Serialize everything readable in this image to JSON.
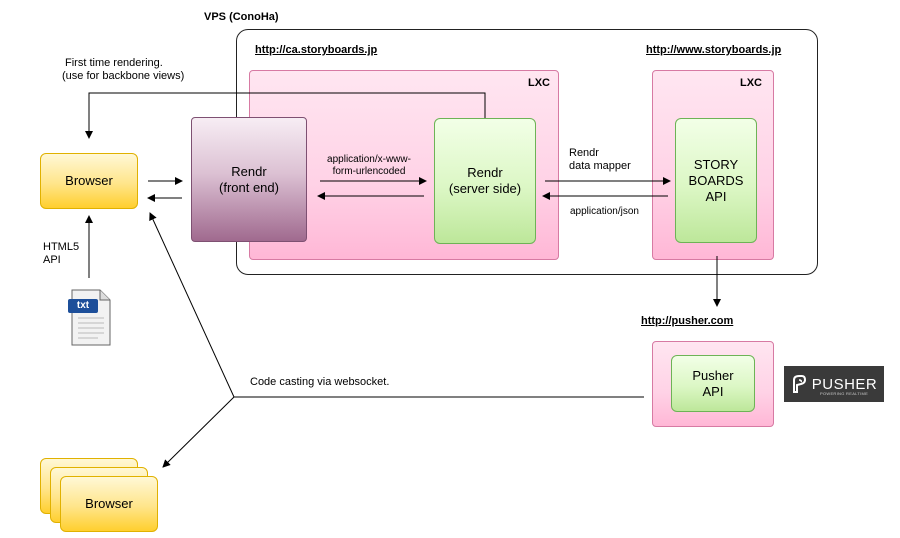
{
  "vps": {
    "title": "VPS (ConoHa)"
  },
  "ca_host": {
    "url": "http://ca.storyboards.jp",
    "lxc": "LXC"
  },
  "www_host": {
    "url": "http://www.storyboards.jp",
    "lxc": "LXC"
  },
  "pusher_host": {
    "url": "http://pusher.com"
  },
  "nodes": {
    "browser_main": [
      "Browser"
    ],
    "rendr_front": [
      "Rendr",
      "(front end)"
    ],
    "rendr_server": [
      "Rendr",
      "(server side)"
    ],
    "storyboards_api": [
      "STORY",
      "BOARDS",
      "API"
    ],
    "pusher_api": [
      "Pusher",
      "API"
    ],
    "browser_stack": [
      "Browser"
    ],
    "txt_file": "txt"
  },
  "edge_labels": {
    "first_render": [
      "First time rendering.",
      "(use for backbone views)"
    ],
    "html5_api": [
      "HTML5",
      "API"
    ],
    "content_type_form": [
      "application/x-www-",
      "form-urlencoded"
    ],
    "data_mapper": [
      "Rendr",
      "data mapper"
    ],
    "content_type_json": "application/json",
    "code_casting": "Code casting via websocket."
  },
  "logo": {
    "name": "PUSHER",
    "tagline": "POWERING REALTIME"
  },
  "colors": {
    "pink": "#ffd2e6",
    "green": "#dcf7c5",
    "yellow": "#ffe58a",
    "purple": "#a06a8f"
  }
}
